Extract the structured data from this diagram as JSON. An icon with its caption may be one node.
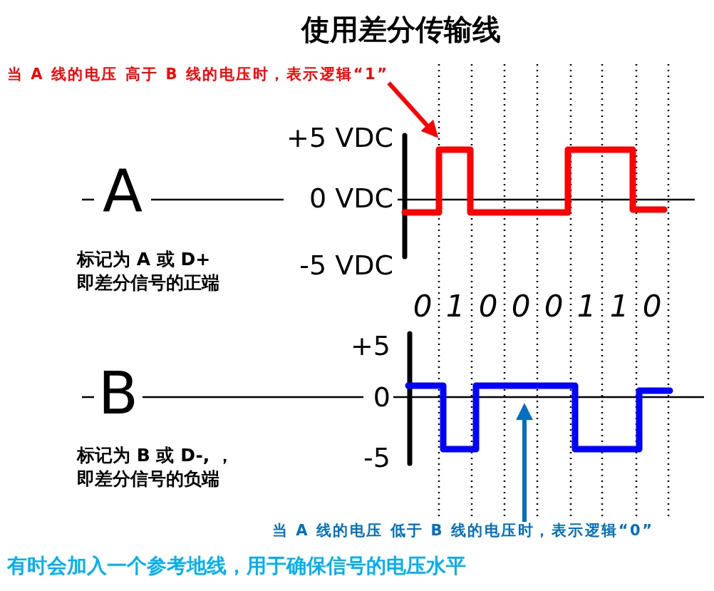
{
  "diagram": {
    "title": "使用差分传输线",
    "caption": "有时会加入一个参考地线，用于确保信号的电压水平",
    "nodes": [
      {
        "text": [
          "当 A 线的电压 高于 B 线的电压时，表示逻辑“1”"
        ]
      },
      {
        "text": [
          "当 A 线的电压 低于 B 线的电压时，表示逻辑“0”"
        ]
      }
    ],
    "edges": [
      {
        "from": 0,
        "to": null,
        "arrow": "to",
        "color": "#ff0000"
      },
      {
        "from": 1,
        "to": null,
        "arrow": "to",
        "color": "#0070c0"
      }
    ],
    "labels": [
      "+5 VDC",
      "A",
      "0 VDC",
      "标记为 A 或 D+ 即差分信号的正端",
      "-5 VDC",
      "0",
      "1",
      "0",
      "0",
      "0",
      "1",
      "1",
      "0",
      "+5",
      "B",
      "0",
      "-5",
      "标记为 B 或 D-, ，即差分信号的负端"
    ]
  }
}
